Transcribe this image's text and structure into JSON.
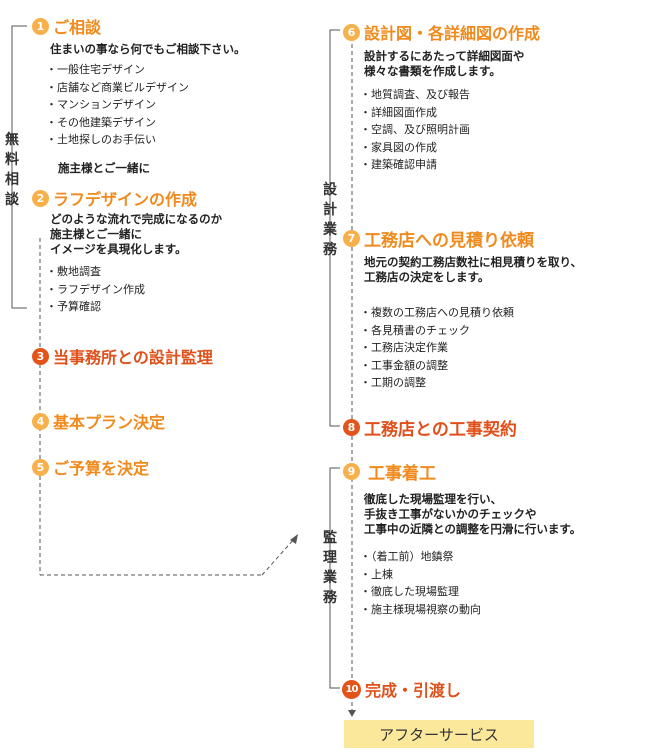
{
  "colors": {
    "accent_dark": "#e0501a",
    "accent_light": "#f08a1c",
    "after_bg": "#fbe89a"
  },
  "left": {
    "group_label": [
      "無",
      "料",
      "相",
      "談"
    ],
    "steps": [
      {
        "num": "1",
        "title": "ご相談",
        "desc": [
          "住まいの事なら何でもご相談下さい。"
        ],
        "items": [
          "一般住宅デザイン",
          "店舗など商業ビルデザイン",
          "マンションデザイン",
          "その他建築デザイン",
          "土地探しのお手伝い"
        ],
        "note": "施主様とご一緒に"
      },
      {
        "num": "2",
        "title": "ラフデザインの作成",
        "desc": [
          "どのような流れで完成になるのか",
          "施主様とご一緒に",
          "イメージを具現化します。"
        ],
        "items": [
          "敷地調査",
          "ラフデザイン作成",
          "予算確認"
        ]
      },
      {
        "num": "3",
        "title": "当事務所との設計監理"
      },
      {
        "num": "4",
        "title": "基本プラン決定"
      },
      {
        "num": "5",
        "title": "ご予算を決定"
      }
    ]
  },
  "right": {
    "design_label": [
      "設",
      "計",
      "業",
      "務"
    ],
    "supervision_label": [
      "監",
      "理",
      "業",
      "務"
    ],
    "steps": [
      {
        "num": "6",
        "title": "設計図・各詳細図の作成",
        "desc": [
          "設計するにあたって詳細図面や",
          "様々な書類を作成します。"
        ],
        "items": [
          "地質調査、及び報告",
          "詳細図面作成",
          "空調、及び照明計画",
          "家具図の作成",
          "建築確認申請"
        ]
      },
      {
        "num": "7",
        "title": "工務店への見積り依頼",
        "desc": [
          "地元の契約工務店数社に相見積りを取り、",
          "工務店の決定をします。"
        ],
        "items": [
          "複数の工務店への見積り依頼",
          "各見積書のチェック",
          "工務店決定作業",
          "工事金額の調整",
          "工期の調整"
        ]
      },
      {
        "num": "8",
        "title": "工務店との工事契約"
      },
      {
        "num": "9",
        "title": "工事着工",
        "desc": [
          "徹底した現場監理を行い、",
          "手抜き工事がないかのチェックや",
          "工事中の近隣との調整を円滑に行います。"
        ],
        "items": [
          "（着工前）地鎮祭",
          "上棟",
          "徹底した現場監理",
          "施主様現場視察の動向"
        ]
      },
      {
        "num": "10",
        "title": "完成・引渡し"
      }
    ],
    "after_service": "アフターサービス"
  }
}
